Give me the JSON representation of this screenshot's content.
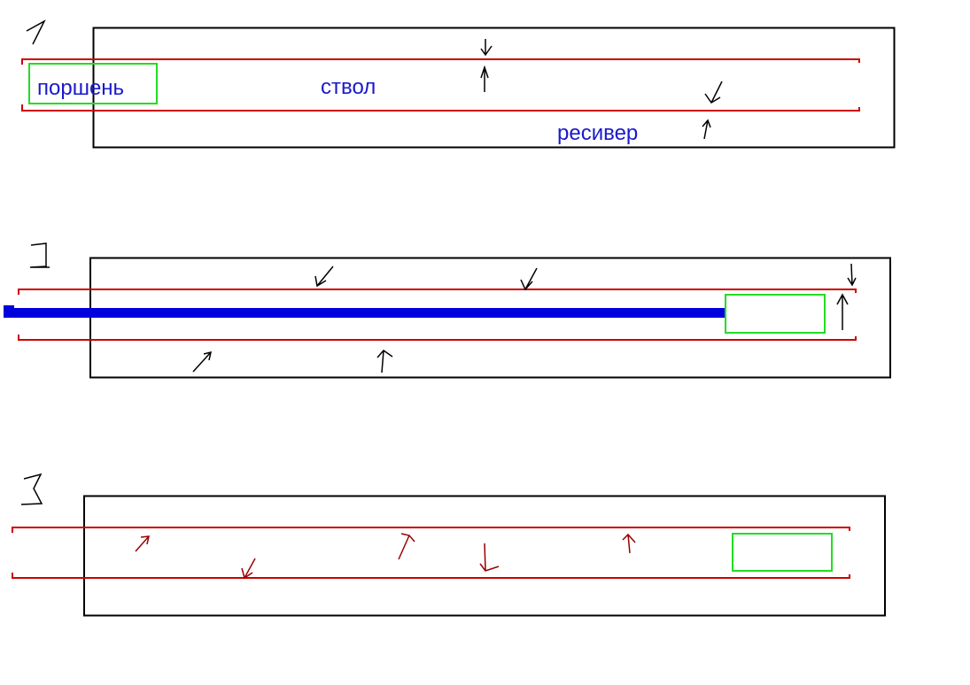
{
  "labels": {
    "piston": "поршень",
    "barrel": "ствол",
    "receiver": "ресивер"
  },
  "colors": {
    "receiver_outline": "#000000",
    "barrel_outline": "#cc0000",
    "piston_outline": "#22dd22",
    "label_text": "#1a1acc",
    "rod": "#0000dd",
    "arrow_black": "#000000",
    "arrow_red": "#990000"
  },
  "stages": [
    {
      "number": "1",
      "piston_visible": true,
      "rod_visible": false
    },
    {
      "number": "2",
      "piston_visible": true,
      "rod_visible": true
    },
    {
      "number": "3",
      "piston_visible": true,
      "rod_visible": false
    }
  ]
}
